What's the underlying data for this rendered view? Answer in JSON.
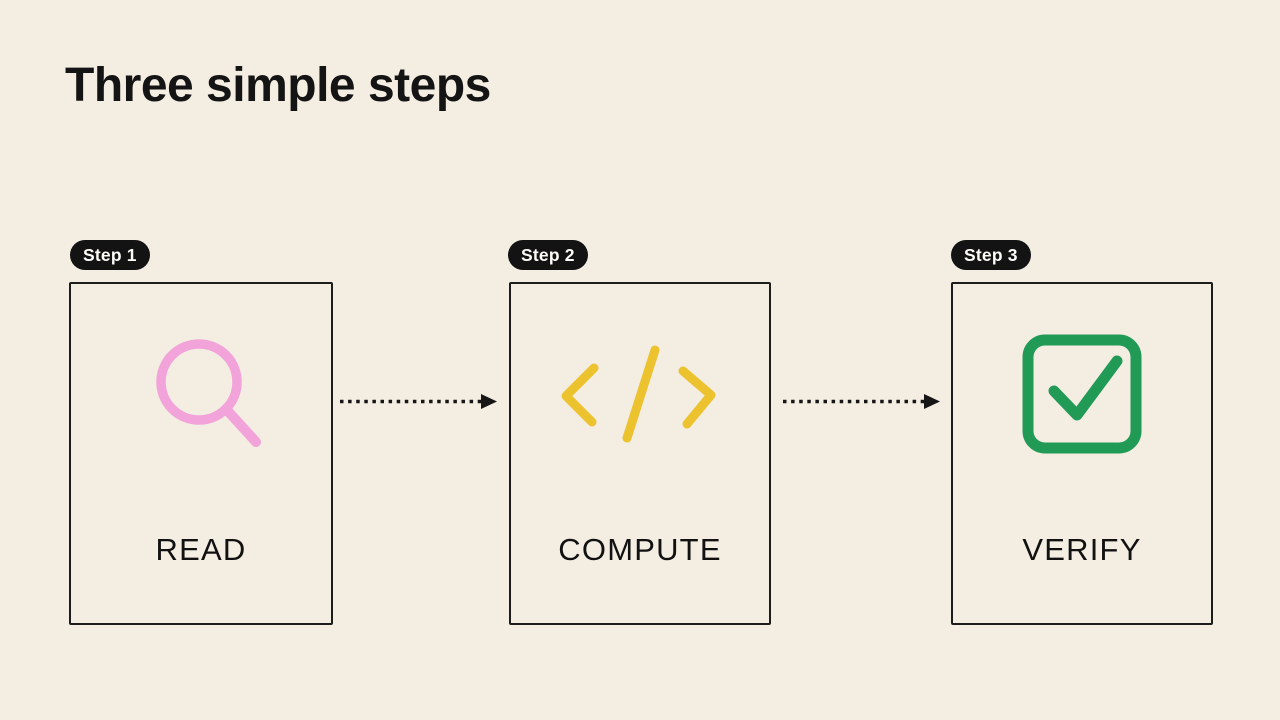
{
  "page": {
    "title": "Three simple steps",
    "background_color": "#f4ede2",
    "text_color": "#141414"
  },
  "steps": [
    {
      "badge": "Step 1",
      "label": "READ",
      "icon": "magnifier-icon",
      "icon_color": "#f2a3da"
    },
    {
      "badge": "Step 2",
      "label": "COMPUTE",
      "icon": "code-icon",
      "icon_color": "#ecc32f"
    },
    {
      "badge": "Step 3",
      "label": "VERIFY",
      "icon": "checkbox-check-icon",
      "icon_color": "#219a56"
    }
  ],
  "connector": {
    "style": "dotted-arrow",
    "color": "#161616"
  },
  "badge_style": {
    "background": "#131313",
    "text_color": "#fdfcf8"
  }
}
